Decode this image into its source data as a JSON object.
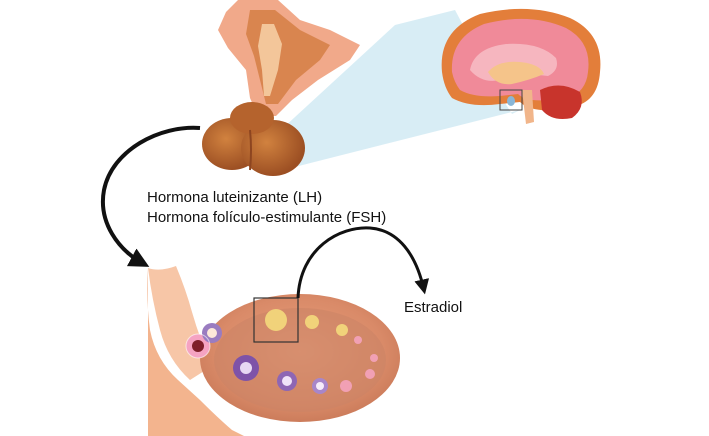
{
  "labels": {
    "lh": "Hormona luteinizante (LH)",
    "fsh": "Hormona folículo-estimulante (FSH)",
    "estradiol": "Estradiol"
  },
  "colors": {
    "pituitary": "#b5632d",
    "brain_pink": "#f08a99",
    "brain_outer": "#e37e3a",
    "cerebellum": "#c8342c",
    "zoom_cone": "#d4ebf4",
    "ovary": "#f3b48e",
    "ovary_inner": "#c77e60",
    "follicle_purple": "#7e53a8",
    "follicle_yellow": "#f1d27a",
    "arrow": "#111111"
  },
  "icons": {
    "brain": "brain-icon",
    "pituitary": "pituitary-gland-icon",
    "ovary": "ovary-icon"
  }
}
